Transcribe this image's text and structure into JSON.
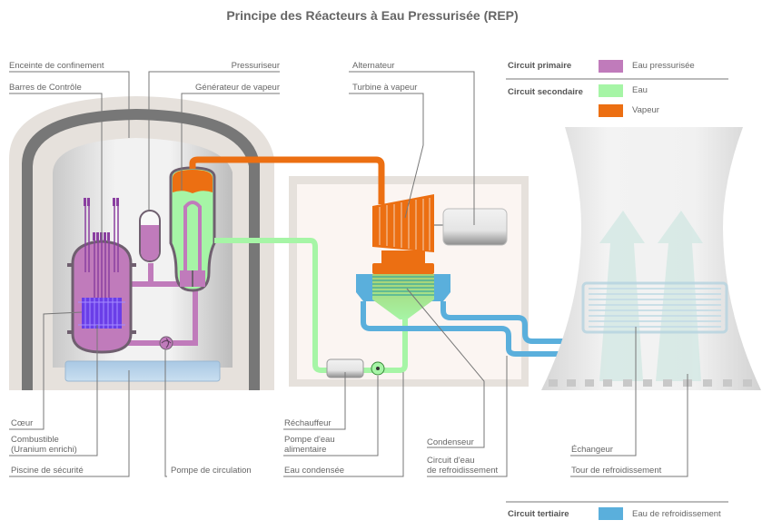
{
  "title": "Principe des Réacteurs à Eau Pressurisée (REP)",
  "colors": {
    "primary": "#c07bbb",
    "secondary_water": "#a6f5a6",
    "secondary_steam": "#ec6f12",
    "tertiary": "#5aafdc",
    "core": "#6a3ee8",
    "containment_outer": "#e6e1dc",
    "containment_wall": "#777777",
    "building": "#fbf5f2"
  },
  "labels": {
    "enceinte": "Enceinte de confinement",
    "barres": "Barres de Contrôle",
    "pressuriseur": "Pressuriseur",
    "generateur": "Générateur de vapeur",
    "alternateur": "Alternateur",
    "turbine": "Turbine à vapeur",
    "coeur": "Cœur",
    "combustible_1": "Combustible",
    "combustible_2": "(Uranium enrichi)",
    "piscine": "Piscine de sécurité",
    "pompe_circulation": "Pompe de circulation",
    "rechauffeur": "Réchauffeur",
    "pompe_eau_1": "Pompe d'eau",
    "pompe_eau_2": "alimentaire",
    "eau_condensee": "Eau condensée",
    "condenseur": "Condenseur",
    "circuit_eau_1": "Circuit d'eau",
    "circuit_eau_2": "de refroidissement",
    "echangeur": "Échangeur",
    "tour": "Tour de refroidissement"
  },
  "legend": {
    "primary": {
      "title": "Circuit primaire",
      "items": [
        {
          "label": "Eau pressurisée",
          "color": "#c07bbb"
        }
      ]
    },
    "secondary": {
      "title": "Circuit secondaire",
      "items": [
        {
          "label": "Eau",
          "color": "#a6f5a6"
        },
        {
          "label": "Vapeur",
          "color": "#ec6f12"
        }
      ]
    },
    "tertiary": {
      "title": "Circuit tertiaire",
      "items": [
        {
          "label": "Eau de refroidissement",
          "color": "#5aafdc"
        }
      ]
    }
  }
}
